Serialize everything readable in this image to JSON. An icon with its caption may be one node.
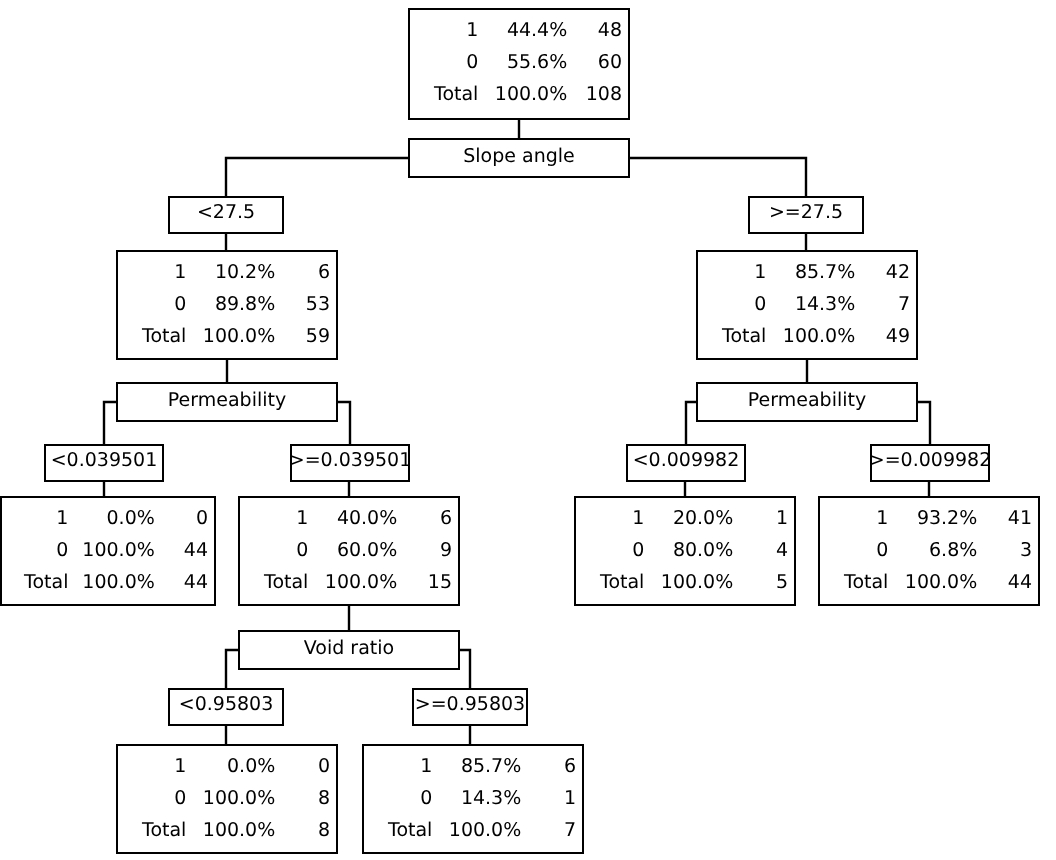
{
  "diagram": {
    "nodes": [
      {
        "text": [
          "1",
          "44.4%",
          "48",
          "0",
          "55.6%",
          "60",
          "Total",
          "100.0%",
          "108"
        ]
      },
      {
        "text": [
          "Slope angle"
        ]
      },
      {
        "text": [
          "<27.5"
        ]
      },
      {
        "text": [
          ">=27.5"
        ]
      },
      {
        "text": [
          "1",
          "10.2%",
          "6",
          "0",
          "89.8%",
          "53",
          "Total",
          "100.0%",
          "59"
        ]
      },
      {
        "text": [
          "1",
          "85.7%",
          "42",
          "0",
          "14.3%",
          "7",
          "Total",
          "100.0%",
          "49"
        ]
      },
      {
        "text": [
          "Permeability"
        ]
      },
      {
        "text": [
          "Permeability"
        ]
      },
      {
        "text": [
          "<0.039501"
        ]
      },
      {
        "text": [
          ">=0.039501"
        ]
      },
      {
        "text": [
          "<0.009982"
        ]
      },
      {
        "text": [
          ">=0.009982"
        ]
      },
      {
        "text": [
          "1",
          "0.0%",
          "0",
          "0",
          "100.0%",
          "44",
          "Total",
          "100.0%",
          "44"
        ]
      },
      {
        "text": [
          "1",
          "40.0%",
          "6",
          "0",
          "60.0%",
          "9",
          "Total",
          "100.0%",
          "15"
        ]
      },
      {
        "text": [
          "1",
          "20.0%",
          "1",
          "0",
          "80.0%",
          "4",
          "Total",
          "100.0%",
          "5"
        ]
      },
      {
        "text": [
          "1",
          "93.2%",
          "41",
          "0",
          "6.8%",
          "3",
          "Total",
          "100.0%",
          "44"
        ]
      },
      {
        "text": [
          "Void ratio"
        ]
      },
      {
        "text": [
          "<0.95803"
        ]
      },
      {
        "text": [
          ">=0.95803"
        ]
      },
      {
        "text": [
          "1",
          "0.0%",
          "0",
          "0",
          "100.0%",
          "8",
          "Total",
          "100.0%",
          "8"
        ]
      },
      {
        "text": [
          "1",
          "85.7%",
          "6",
          "0",
          "14.3%",
          "1",
          "Total",
          "100.0%",
          "7"
        ]
      }
    ],
    "edges": [
      {
        "from": 0,
        "to": 1,
        "arrow": "none"
      },
      {
        "from": 1,
        "to": 2,
        "arrow": "none"
      },
      {
        "from": 1,
        "to": 3,
        "arrow": "none"
      },
      {
        "from": 2,
        "to": 4,
        "arrow": "none"
      },
      {
        "from": 3,
        "to": 5,
        "arrow": "none"
      },
      {
        "from": 4,
        "to": 6,
        "arrow": "none"
      },
      {
        "from": 5,
        "to": 7,
        "arrow": "none"
      },
      {
        "from": 6,
        "to": 8,
        "arrow": "none"
      },
      {
        "from": 6,
        "to": 9,
        "arrow": "none"
      },
      {
        "from": 7,
        "to": 10,
        "arrow": "none"
      },
      {
        "from": 7,
        "to": 11,
        "arrow": "none"
      },
      {
        "from": 8,
        "to": 12,
        "arrow": "none"
      },
      {
        "from": 9,
        "to": 13,
        "arrow": "none"
      },
      {
        "from": 10,
        "to": 14,
        "arrow": "none"
      },
      {
        "from": 11,
        "to": 15,
        "arrow": "none"
      },
      {
        "from": 13,
        "to": 16,
        "arrow": "none"
      },
      {
        "from": 16,
        "to": 17,
        "arrow": "none"
      },
      {
        "from": 16,
        "to": 18,
        "arrow": "none"
      },
      {
        "from": 17,
        "to": 19,
        "arrow": "none"
      },
      {
        "from": 18,
        "to": 20,
        "arrow": "none"
      }
    ]
  }
}
